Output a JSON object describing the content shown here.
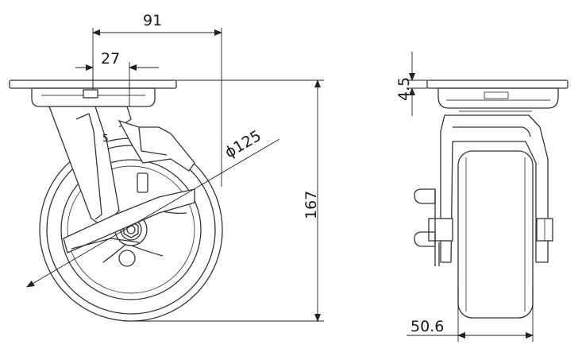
{
  "dimensions": {
    "width_top": "91",
    "offset": "27",
    "wheel_diameter": "ϕ125",
    "height": "167",
    "plate_thickness": "4.5",
    "wheel_width": "50.6"
  },
  "labels": {
    "brake_marker": "5"
  }
}
